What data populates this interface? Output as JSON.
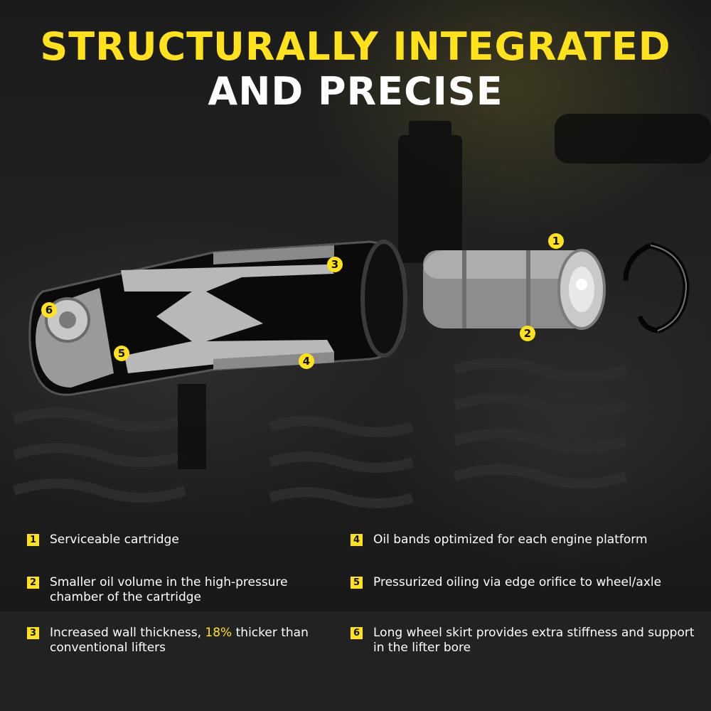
{
  "header": {
    "line1": "STRUCTURALLY INTEGRATED",
    "line2": "AND PRECISE"
  },
  "callouts": [
    "1",
    "2",
    "3",
    "4",
    "5",
    "6"
  ],
  "features": [
    {
      "num": "1",
      "text": "Serviceable cartridge"
    },
    {
      "num": "2",
      "text": "Smaller oil volume in the high-pressure chamber of the cartridge"
    },
    {
      "num": "3",
      "text_before": "Increased wall thickness, ",
      "highlight": "18%",
      "text_after": " thicker than conventional lifters"
    },
    {
      "num": "4",
      "text": "Oil bands optimized for each engine platform"
    },
    {
      "num": "5",
      "text": "Pressurized oiling via edge orifice to wheel/axle"
    },
    {
      "num": "6",
      "text": "Long wheel skirt provides extra stiffness and support in the lifter bore"
    }
  ],
  "colors": {
    "accent": "#ffe21c",
    "background": "#141414",
    "text": "#ffffff"
  }
}
